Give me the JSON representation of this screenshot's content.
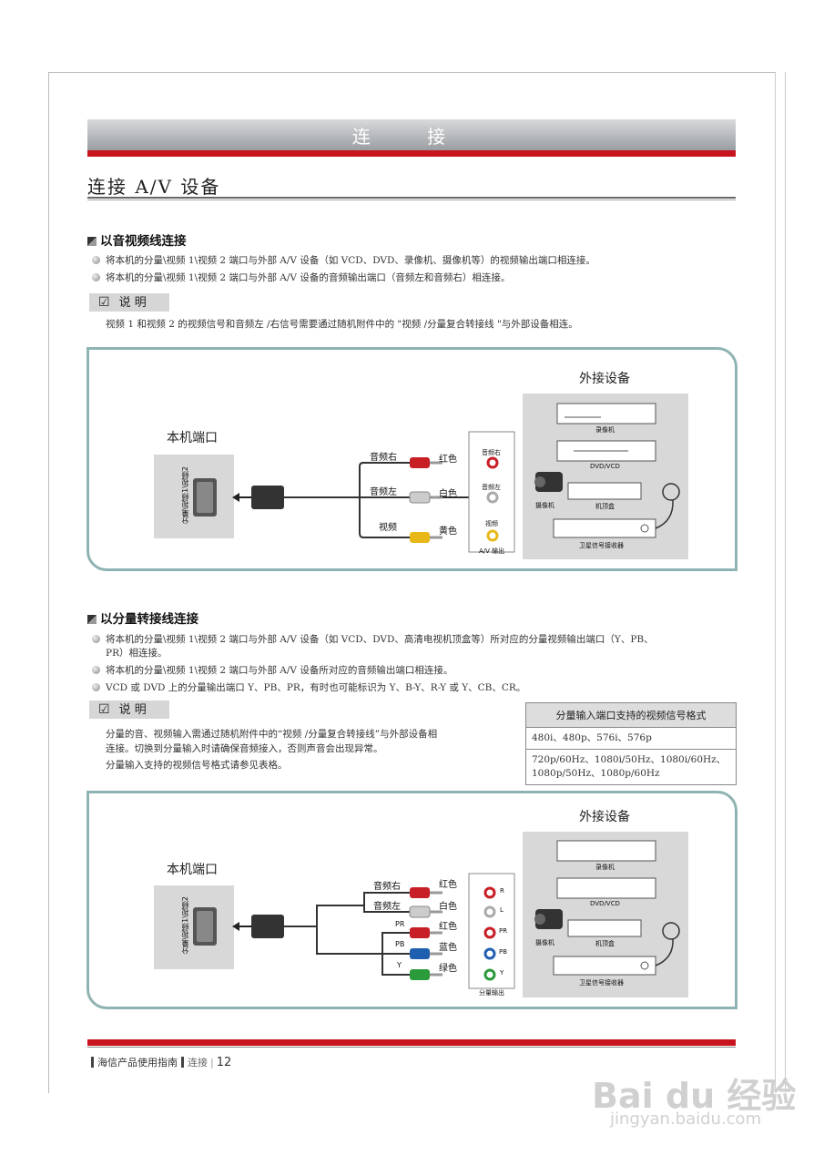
{
  "banner": {
    "title": "连 接"
  },
  "section": {
    "title": "连接 A/V 设备"
  },
  "part1": {
    "heading": "以音视频线连接",
    "bullets": [
      "将本机的分量\\视频 1\\视频 2 端口与外部 A/V 设备（如 VCD、DVD、录像机、摄像机等）的视频输出端口相连接。",
      "将本机的分量\\视频 1\\视频 2 端口与外部 A/V 设备的音频输出端口（音频左和音频右）相连接。"
    ],
    "note_label": "说 明",
    "note": "视频 1 和视频 2 的视频信号和音频左 /右信号需要通过随机附件中的 \"视频 /分量复合转接线 \"与外部设备相连。"
  },
  "diagram1": {
    "local_port": "本机端口",
    "port_label": "分量\\视频1\\视频2",
    "external": "外接设备",
    "cables": [
      {
        "name": "音频右",
        "color_name": "红色",
        "jack": "音频右",
        "color": "#d0242c"
      },
      {
        "name": "音频左",
        "color_name": "白色",
        "jack": "音频左",
        "color": "#e8e8e8"
      },
      {
        "name": "视频",
        "color_name": "黄色",
        "jack": "视频",
        "color": "#f0c020"
      }
    ],
    "output_label": "A/V 输出",
    "devices": [
      "录像机",
      "DVD/VCD",
      "摄像机",
      "机顶盒",
      "卫星信号接收器"
    ]
  },
  "part2": {
    "heading": "以分量转接线连接",
    "bullets": [
      "将本机的分量\\视频 1\\视频 2 端口与外部 A/V 设备（如 VCD、DVD、高清电视机顶盒等）所对应的分量视频输出端口（Y、PB、",
      "PR）相连接。",
      "将本机的分量\\视频 1\\视频 2 端口与外部 A/V 设备所对应的音频输出端口相连接。",
      "VCD 或 DVD 上的分量输出端口 Y、PB、PR，有时也可能标识为 Y、B-Y、R-Y 或 Y、CB、CR。"
    ],
    "note_label": "说 明",
    "note_lines": [
      "分量的音、视频输入需通过随机附件中的“视频 /分量复合转接线”与外部设备相",
      "连接。切换到分量输入时请确保音频接入，否则声音会出现异常。",
      "分量输入支持的视频信号格式请参见表格。"
    ]
  },
  "table": {
    "header": "分量输入端口支持的视频信号格式",
    "rows": [
      "480i、480p、576i、576p",
      "720p/60Hz、1080i/50Hz、1080i/60Hz、",
      "1080p/50Hz、1080p/60Hz"
    ]
  },
  "diagram2": {
    "local_port": "本机端口",
    "port_label": "分量\\视频1\\视频2",
    "external": "外接设备",
    "cables": [
      {
        "name": "音频右",
        "color_name": "红色",
        "jack": "R",
        "color": "#d0242c"
      },
      {
        "name": "音频左",
        "color_name": "白色",
        "jack": "L",
        "color": "#e8e8e8"
      },
      {
        "name": "PR",
        "color_name": "红色",
        "jack": "PR",
        "color": "#d0242c"
      },
      {
        "name": "PB",
        "color_name": "蓝色",
        "jack": "PB",
        "color": "#1f5fb0"
      },
      {
        "name": "Y",
        "color_name": "绿色",
        "jack": "Y",
        "color": "#2a9a3a"
      }
    ],
    "output_label": "分量输出",
    "devices": [
      "录像机",
      "DVD/VCD",
      "摄像机",
      "机顶盒",
      "卫星信号接收器"
    ]
  },
  "footer": {
    "guide": "海信产品使用指南",
    "section": "连接",
    "page": "12"
  },
  "watermark": {
    "brand": "Bai du 经验",
    "url": "jingyan.baidu.com"
  }
}
